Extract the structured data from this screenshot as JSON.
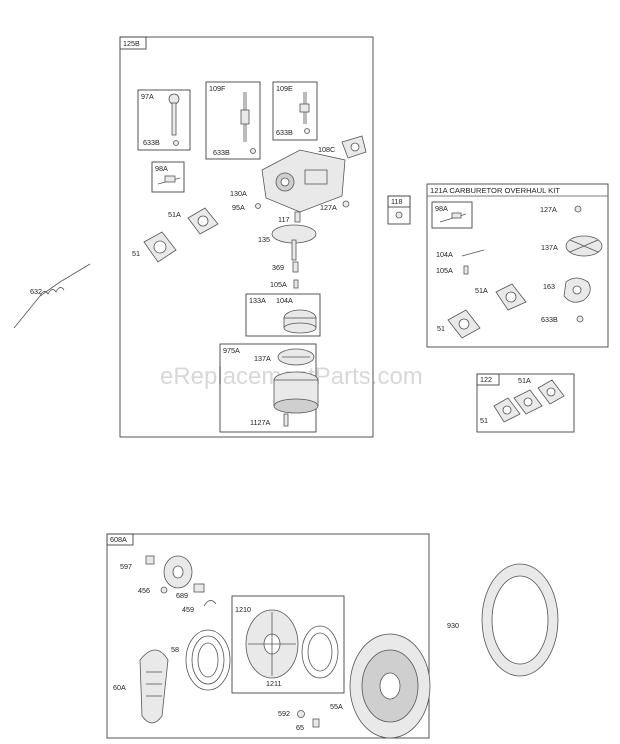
{
  "watermark": "eReplacementParts.com",
  "groups": {
    "g125B": "125B",
    "g97A": "97A",
    "g109F": "109F",
    "g109E": "109E",
    "g98A": "98A",
    "g133A": "133A",
    "g975A": "975A",
    "g118": "118",
    "g121A": "121A CARBURETOR OVERHAUL KIT",
    "g98A_kit": "98A",
    "g122": "122",
    "g608A": "608A",
    "g1210": "1210"
  },
  "labels": {
    "p632": "632",
    "p633B_a": "633B",
    "p633B_b": "633B",
    "p633B_c": "633B",
    "p108C": "108C",
    "p130A": "130A",
    "p95A": "95A",
    "p127A": "127A",
    "p117": "117",
    "p51A": "51A",
    "p51": "51",
    "p135": "135",
    "p369": "369",
    "p105A": "105A",
    "p104A": "104A",
    "p137A": "137A",
    "p1127A": "1127A",
    "k127A": "127A",
    "k104A": "104A",
    "k105A": "105A",
    "k137A": "137A",
    "k51A": "51A",
    "k163": "163",
    "k51": "51",
    "k633B": "633B",
    "r51A": "51A",
    "r51": "51",
    "p597": "597",
    "p456": "456",
    "p689": "689",
    "p459": "459",
    "p58": "58",
    "p60A": "60A",
    "p1211": "1211",
    "p592": "592",
    "p65": "65",
    "p55A": "55A",
    "p930": "930"
  }
}
